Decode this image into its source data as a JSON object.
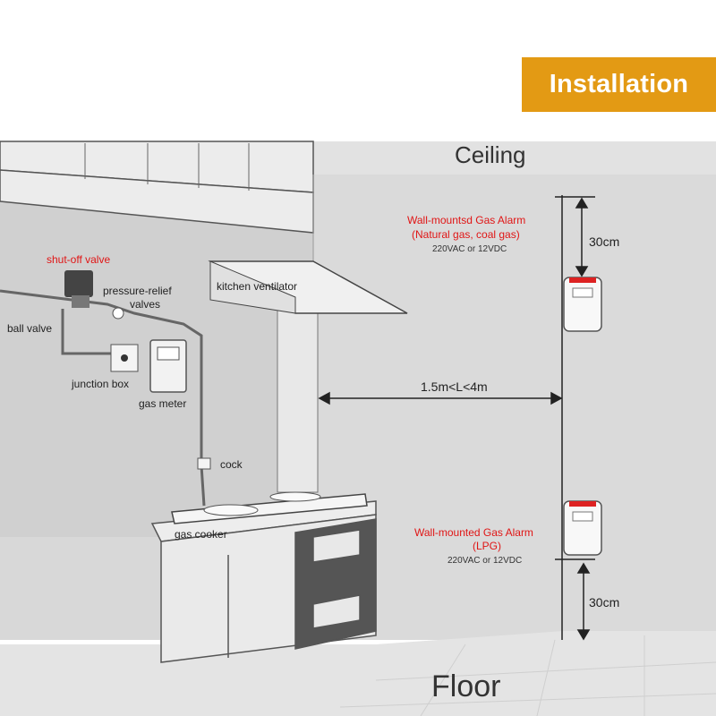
{
  "banner": {
    "title": "Installation",
    "color": "#e39a14"
  },
  "room": {
    "ceiling": "Ceiling",
    "floor": "Floor"
  },
  "alarm_top": {
    "title": "Wall-mountsd Gas Alarm",
    "subtitle": "(Natural gas, coal gas)",
    "power": "220VAC or 12VDC",
    "distance": "30cm"
  },
  "alarm_bottom": {
    "title": "Wall-mounted Gas Alarm",
    "subtitle": "(LPG)",
    "power": "220VAC or 12VDC",
    "distance": "30cm"
  },
  "horizontal_distance": "1.5m<L<4m",
  "components": {
    "shutoff_valve": "shut-off valve",
    "pressure_relief_1": "pressure-relief",
    "pressure_relief_2": "valves",
    "ball_valve": "ball valve",
    "junction_box": "junction box",
    "gas_meter": "gas meter",
    "cock": "cock",
    "gas_cooker": "gas cooker",
    "kitchen_ventilator": "kitchen ventilator"
  },
  "colors": {
    "accent_red": "#e01515",
    "wall": "#d6d6d6",
    "floor": "#e3e3e3"
  }
}
